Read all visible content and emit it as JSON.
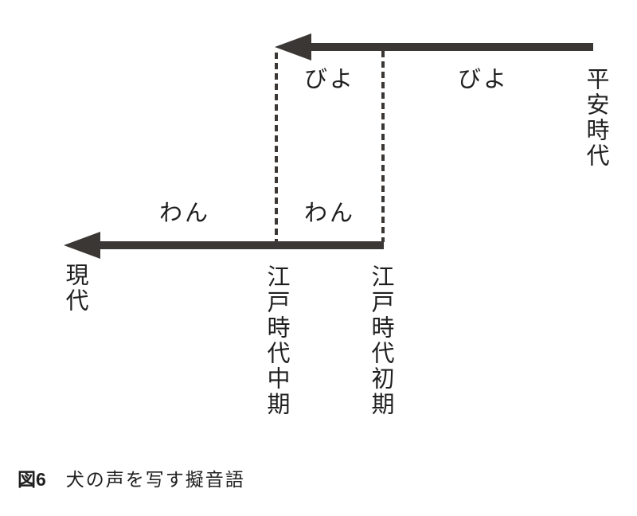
{
  "figure": {
    "caption": {
      "label": "図6",
      "title": "犬の声を写す擬音語"
    },
    "top_timeline": {
      "era_start": "平安時代",
      "labels": [
        "びよ",
        "びよ"
      ],
      "direction": "right-to-left"
    },
    "bottom_timeline": {
      "era_end": "現代",
      "labels": [
        "わん",
        "わん"
      ],
      "direction": "right-to-left"
    },
    "period_markers": [
      "江戸時代中期",
      "江戸時代初期"
    ],
    "colors": {
      "ink": "#3a3735",
      "text": "#1f1f1f",
      "background": "#ffffff"
    }
  }
}
